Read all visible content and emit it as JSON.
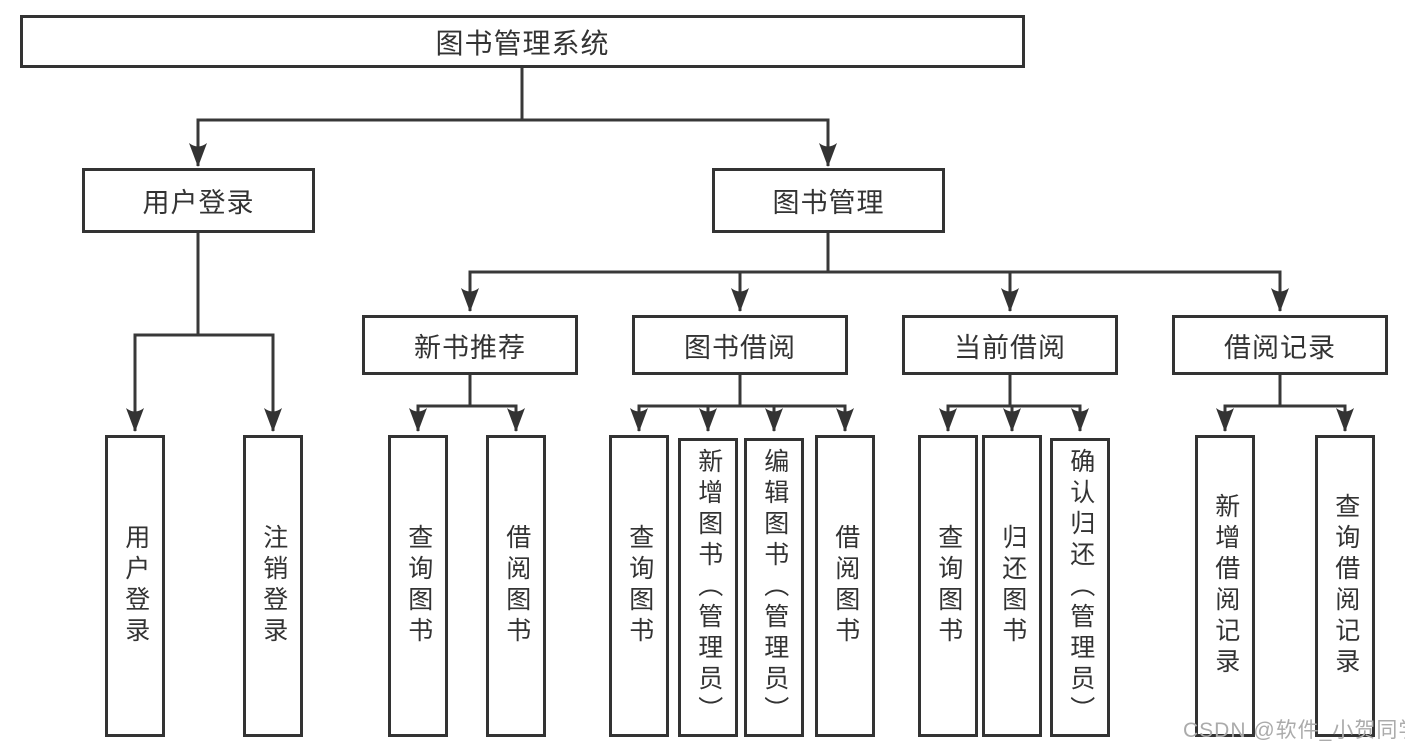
{
  "tree": {
    "root": {
      "label": "图书管理系统"
    },
    "user_login": {
      "label": "用户登录",
      "children": [
        "用户登录",
        "注销登录"
      ]
    },
    "book_mgmt": {
      "label": "图书管理",
      "sections": [
        {
          "label": "新书推荐",
          "children": [
            "查询图书",
            "借阅图书"
          ]
        },
        {
          "label": "图书借阅",
          "children": [
            "查询图书",
            "新增图书（管理员）",
            "编辑图书（管理员）",
            "借阅图书"
          ]
        },
        {
          "label": "当前借阅",
          "children": [
            "查询图书",
            "归还图书",
            "确认归还（管理员）"
          ]
        },
        {
          "label": "借阅记录",
          "children": [
            "新增借阅记录",
            "查询借阅记录"
          ]
        }
      ]
    }
  },
  "watermark": "CSDN @软件_小贺同学",
  "colors": {
    "line": "#383838",
    "box_border": "#333333",
    "text": "#333333",
    "watermark": "#ababab",
    "background": "#ffffff"
  }
}
